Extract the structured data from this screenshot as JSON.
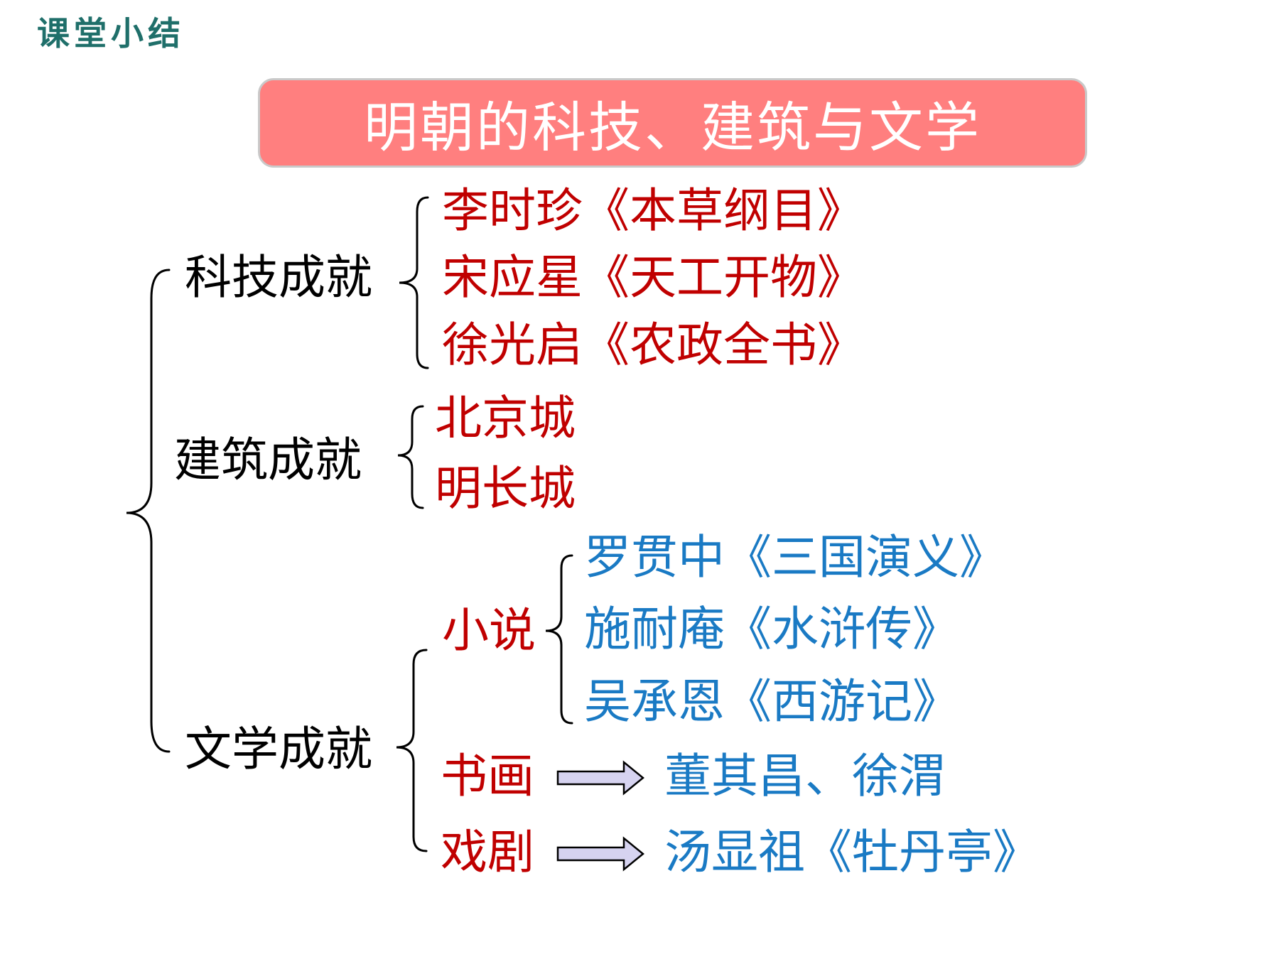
{
  "corner_title": "课堂小结",
  "main_title": "明朝的科技、建筑与文学",
  "categories": {
    "tech": "科技成就",
    "arch": "建筑成就",
    "lit": "文学成就"
  },
  "tech_items": [
    "李时珍《本草纲目》",
    "宋应星《天工开物》",
    "徐光启《农政全书》"
  ],
  "arch_items": [
    "北京城",
    "明长城"
  ],
  "lit": {
    "novel_label": "小说",
    "novels": [
      "罗贯中《三国演义》",
      "施耐庵《水浒传》",
      "吴承恩《西游记》"
    ],
    "painting_label": "书画",
    "painters": "董其昌、徐渭",
    "drama_label": "戏剧",
    "drama": "汤显祖《牡丹亭》"
  },
  "colors": {
    "title_box": "#ff7f7f",
    "red_text": "#c00000",
    "blue_text": "#1a7ac4",
    "corner_title": "#1f6f6a",
    "arrow_fill": "#d6d3f0"
  }
}
